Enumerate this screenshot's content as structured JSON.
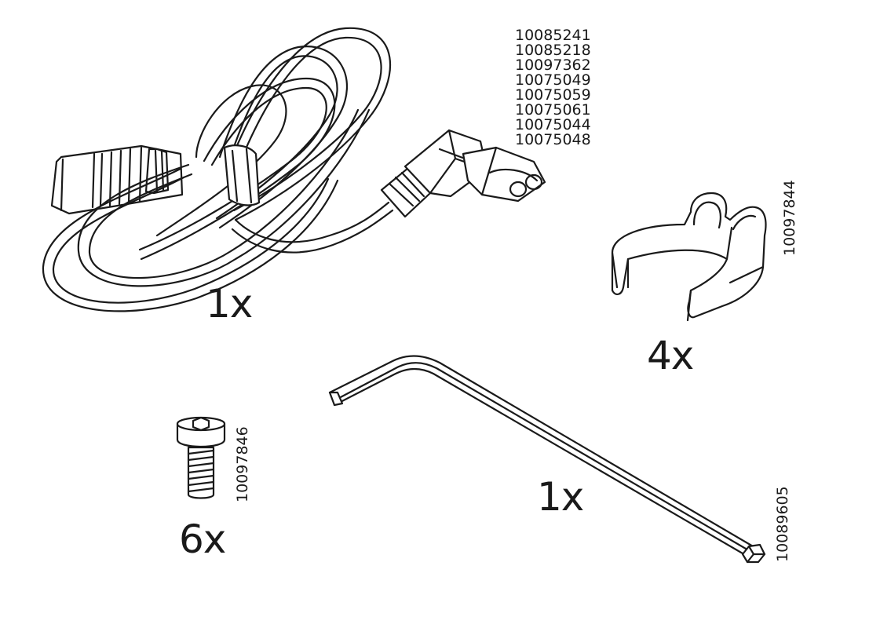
{
  "cable": {
    "quantity": "1x",
    "part_numbers": [
      "10085241",
      "10085218",
      "10097362",
      "10075049",
      "10075059",
      "10075061",
      "10075044",
      "10075048"
    ]
  },
  "clip": {
    "quantity": "4x",
    "part_number": "10097844"
  },
  "screw": {
    "quantity": "6x",
    "part_number": "10097846"
  },
  "allen_key": {
    "quantity": "1x",
    "part_number": "10089605"
  }
}
